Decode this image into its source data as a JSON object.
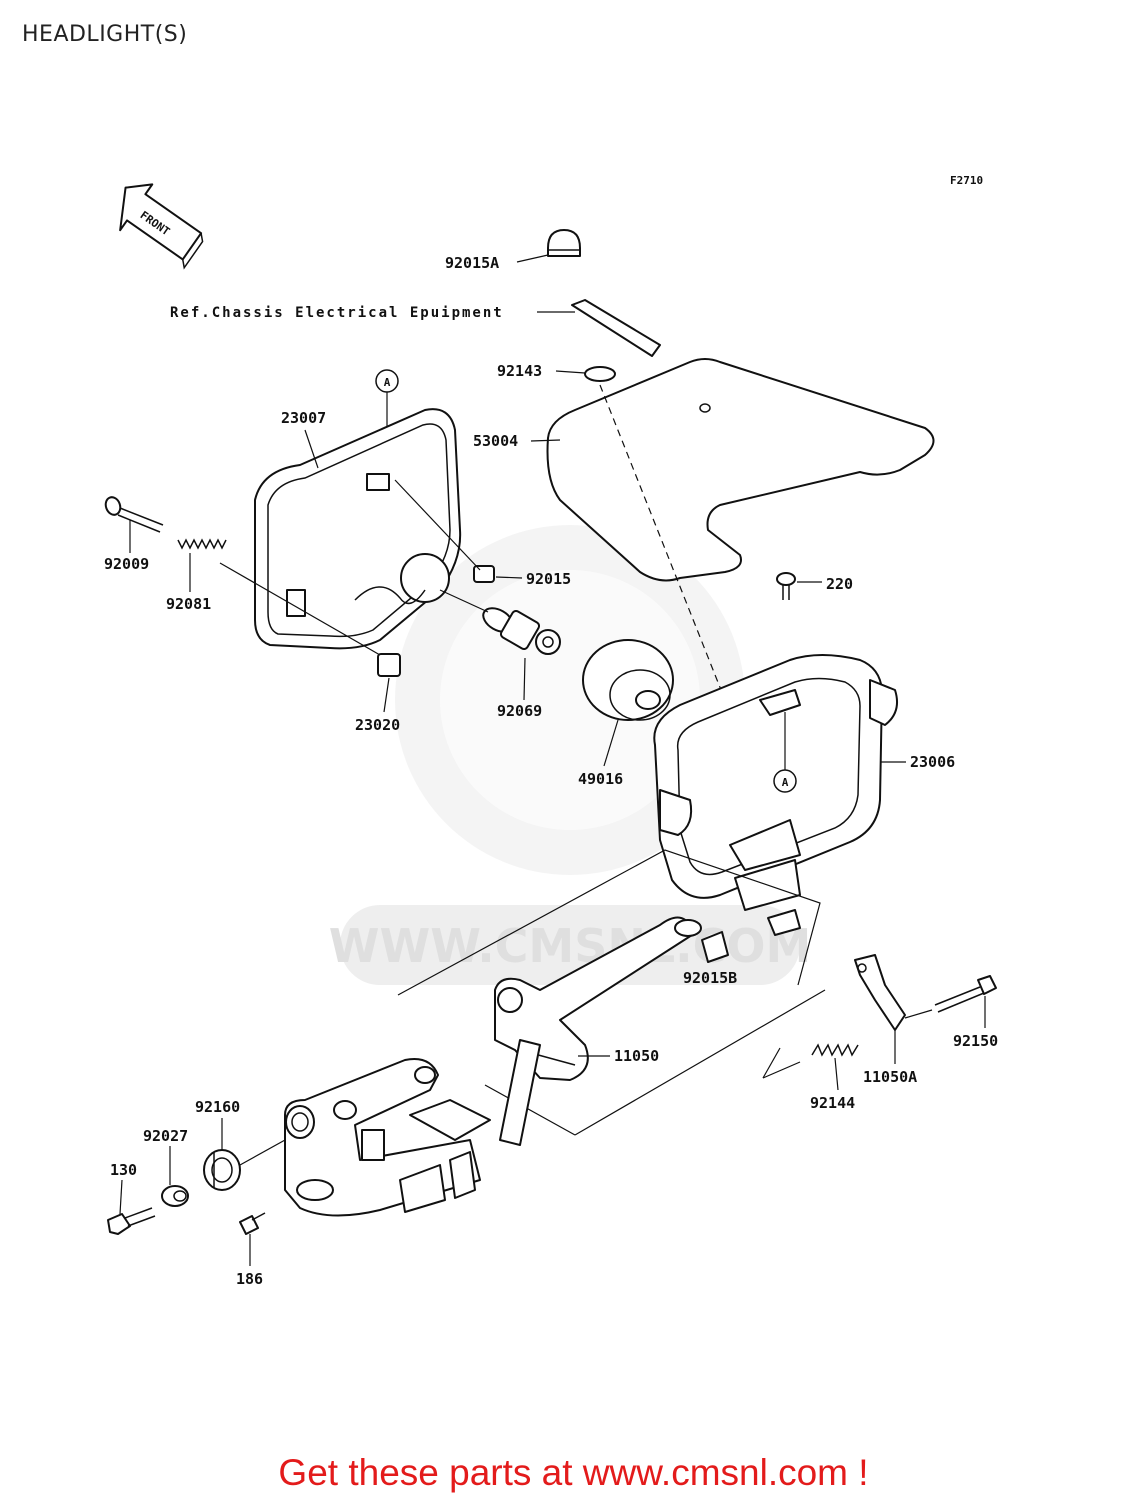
{
  "title": "HEADLIGHT(S)",
  "figure_code": "F2710",
  "front_label": "FRONT",
  "reference_note": "Ref.Chassis Electrical Epuipment",
  "reference_marker": "A",
  "watermark": "WWW.CMSNL.COM",
  "footer": "Get these parts at www.cmsnl.com !",
  "colors": {
    "footer": "#e31b1b",
    "watermark": "#dcdcdc"
  },
  "parts": {
    "p92015A": "92015A",
    "p92143": "92143",
    "p53004": "53004",
    "p23007": "23007",
    "p92009": "92009",
    "p92081": "92081",
    "p92015": "92015",
    "p220": "220",
    "p23020": "23020",
    "p92069": "92069",
    "p49016": "49016",
    "p23006": "23006",
    "p92015B": "92015B",
    "p11050": "11050",
    "p92150": "92150",
    "p11050A": "11050A",
    "p92144": "92144",
    "p92160": "92160",
    "p92027": "92027",
    "p130": "130",
    "p186": "186"
  }
}
